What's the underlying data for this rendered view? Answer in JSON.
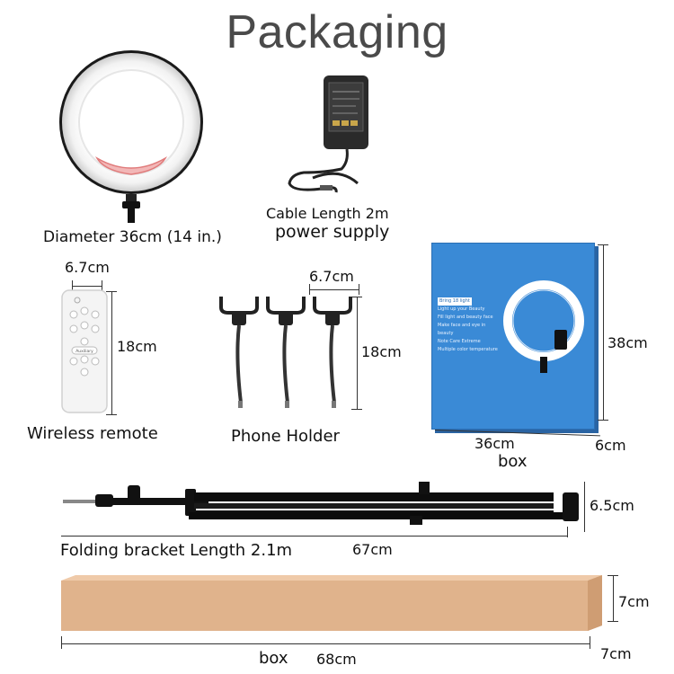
{
  "title": "Packaging",
  "ring_light": {
    "label": "Diameter 36cm (14 in.)"
  },
  "power_supply": {
    "cable_label": "Cable Length 2m",
    "name": "power supply"
  },
  "remote": {
    "width": "6.7cm",
    "height": "18cm",
    "name": "Wireless remote",
    "button_label": "Auxiliary"
  },
  "phone_holder": {
    "width": "6.7cm",
    "height": "18cm",
    "name": "Phone Holder"
  },
  "ring_box": {
    "height": "38cm",
    "width": "36cm",
    "depth": "6cm",
    "name": "box",
    "print_lines": [
      "Bring 18 light",
      "Light up your Beauty",
      "Fill light and beauty face",
      "Make face and eye in beauty",
      "Note Care Extreme",
      "Multiple color temperature"
    ]
  },
  "tripod": {
    "name": "Folding bracket Length 2.1m",
    "length": "67cm",
    "thickness": "6.5cm"
  },
  "long_box": {
    "height": "7cm",
    "depth": "7cm",
    "name": "box",
    "length": "68cm"
  },
  "colors": {
    "box_blue": "#3a8ad6",
    "cardboard": "#e2b58f",
    "title_gray": "#4a4a4a"
  }
}
